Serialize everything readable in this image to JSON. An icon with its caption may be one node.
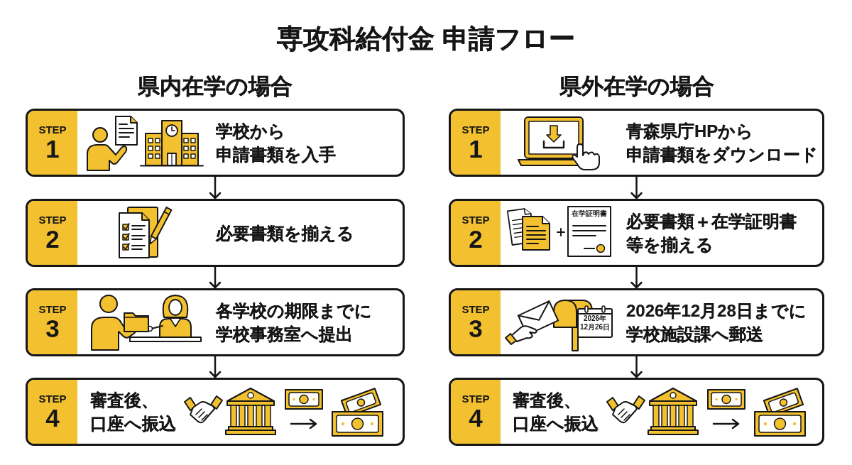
{
  "diagram": {
    "title": "専攻科給付金 申請フロー",
    "nodes": [
      {
        "text": [
          "STEP",
          "1",
          "学校から申請書類を入手"
        ]
      },
      {
        "text": [
          "STEP",
          "2",
          "必要書類を揃える"
        ]
      },
      {
        "text": [
          "STEP",
          "3",
          "各学校の期限までに学校事務室へ提出"
        ]
      },
      {
        "text": [
          "STEP",
          "4",
          "審査後、口座へ振込"
        ]
      },
      {
        "text": [
          "STEP",
          "1",
          "青森県庁HPから申請書類をダウンロード"
        ]
      },
      {
        "text": [
          "STEP",
          "2",
          "在学証明書",
          "必要書類＋在学証明書等を揃える"
        ]
      },
      {
        "text": [
          "STEP",
          "3",
          "2026年12月26日",
          "2026年12月28日までに学校施設課へ郵送"
        ]
      },
      {
        "text": [
          "STEP",
          "4",
          "審査後、口座へ振込"
        ]
      }
    ],
    "edges": [
      {
        "from": 0,
        "to": 1,
        "arrow": "to"
      },
      {
        "from": 1,
        "to": 2,
        "arrow": "to"
      },
      {
        "from": 2,
        "to": 3,
        "arrow": "to"
      },
      {
        "from": 4,
        "to": 5,
        "arrow": "to"
      },
      {
        "from": 5,
        "to": 6,
        "arrow": "to"
      },
      {
        "from": 6,
        "to": 7,
        "arrow": "to"
      }
    ],
    "labels": [
      "県内在学の場合",
      "県外在学の場合"
    ]
  }
}
